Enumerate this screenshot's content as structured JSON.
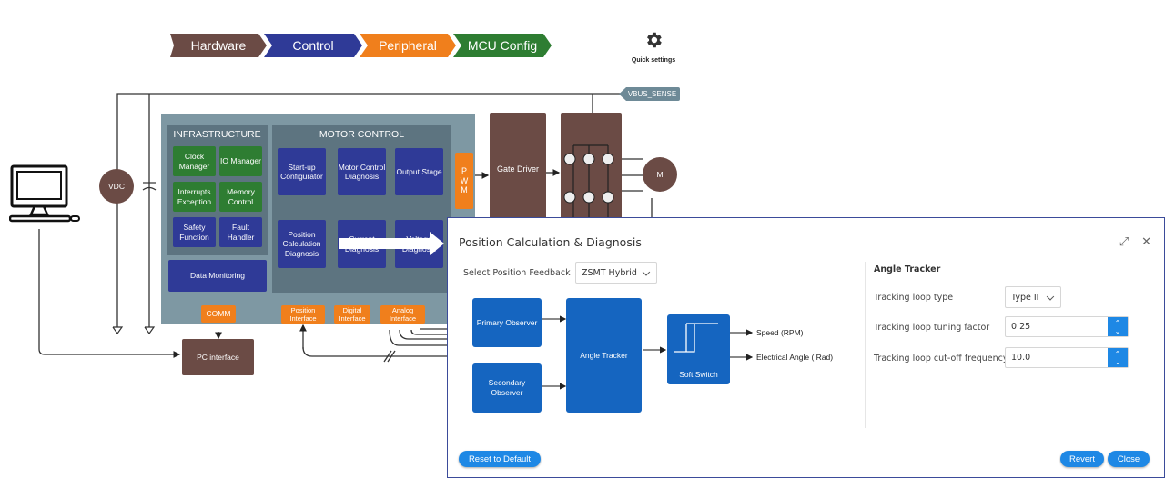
{
  "breadcrumb": [
    {
      "label": "Hardware",
      "color": "#6b4b45"
    },
    {
      "label": "Control",
      "color": "#2f3a97"
    },
    {
      "label": "Peripheral",
      "color": "#f07f1c"
    },
    {
      "label": "MCU Config",
      "color": "#2e7d32"
    }
  ],
  "quick_settings": {
    "icon": "gear-icon",
    "label": "Quick settings"
  },
  "diagram": {
    "vbus_sense": "VBUS_SENSE",
    "vdc": "VDC",
    "motor": "M",
    "pc_interface": "PC interface",
    "gate_driver": "Gate Driver",
    "pwm": "P W M",
    "infrastructure": {
      "title": "INFRASTRUCTURE",
      "blocks": [
        "Clock Manager",
        "IO Manager",
        "Interrupts Exception",
        "Memory Control",
        "Safety Function",
        "Fault Handler"
      ],
      "data_monitoring": "Data Monitoring",
      "comm": "COMM"
    },
    "motor_control": {
      "title": "MOTOR CONTROL",
      "top_blocks": [
        "Start-up Configurator",
        "Motor Control Diagnosis",
        "Output Stage"
      ],
      "bottom_blocks": [
        "Position Calculation Diagnosis",
        "Current Diagnosis",
        "Voltage Diagnosis"
      ]
    },
    "interfaces": [
      "Position Interface",
      "Digital Interface",
      "Analog Interface"
    ]
  },
  "dialog": {
    "title": "Position Calculation & Diagnosis",
    "feedback_label": "Select Position Feedback",
    "feedback_value": "ZSMT Hybrid",
    "blocks": {
      "primary": "Primary Observer",
      "secondary": "Secondary Observer",
      "tracker": "Angle Tracker",
      "switch": "Soft Switch"
    },
    "outputs": [
      "Speed (RPM)",
      "Electrical Angle ( Rad)"
    ],
    "angle_tracker": {
      "title": "Angle Tracker",
      "loop_type_label": "Tracking loop type",
      "loop_type_value": "Type II",
      "tuning_label": "Tracking loop tuning factor",
      "tuning_value": "0.25",
      "cutoff_label": "Tracking loop cut-off frequency",
      "cutoff_value": "10.0"
    },
    "buttons": {
      "reset": "Reset to Default",
      "revert": "Revert",
      "close": "Close"
    }
  }
}
